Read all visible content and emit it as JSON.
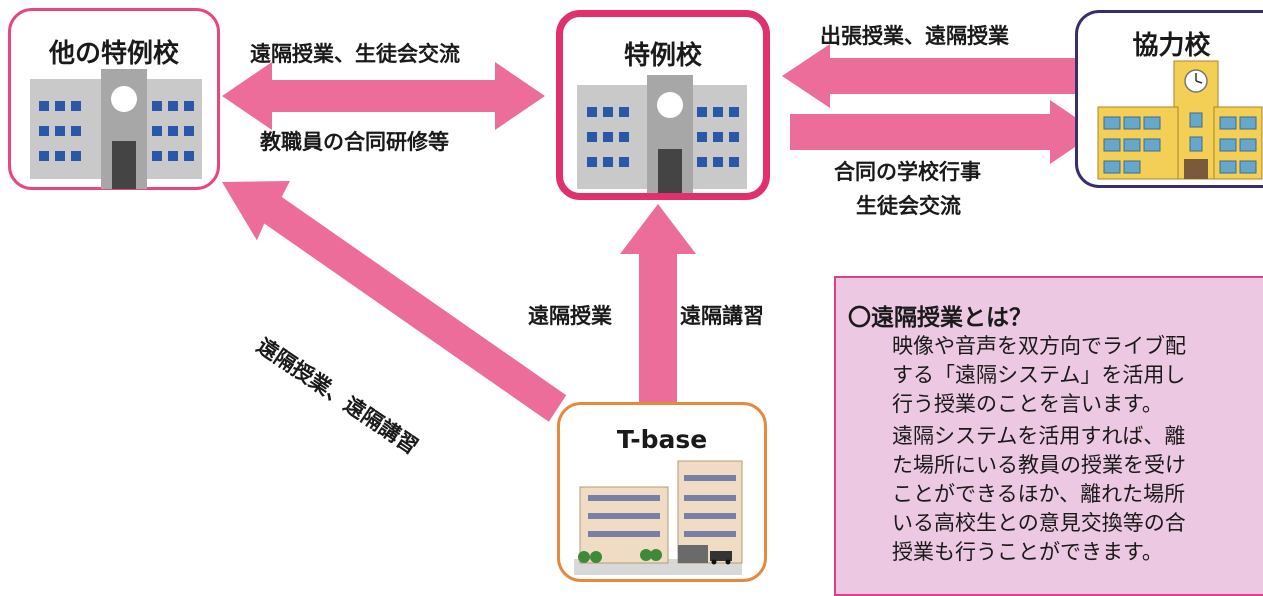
{
  "nodes": {
    "other_school": "他の特例校",
    "tokurei": "特例校",
    "partner": "協力校",
    "tbase": "T-base"
  },
  "edges": {
    "remote_council": "遠隔授業、生徒会交流",
    "staff_training": "教職員の合同研修等",
    "dispatch_remote": "出張授業、遠隔授業",
    "joint_event_1": "合同の学校行事",
    "joint_event_2": "生徒会交流",
    "diag_remote": "遠隔授業、遠隔講習",
    "up_remote_class": "遠隔授業",
    "up_remote_lecture": "遠隔講習"
  },
  "info": {
    "title": "〇遠隔授業とは？",
    "lines": [
      "映像や音声を双方向でライブ配",
      "する「遠隔システム」を活用し",
      "行う授業のことを言います。",
      "遠隔システムを活用すれば、離",
      "た場所にいる教員の授業を受け",
      "ことができるほか、離れた場所",
      "いる高校生との意見交換等の合",
      "授業も行うことができます。"
    ]
  },
  "colors": {
    "arrow": "#ec6d99",
    "tokurei_border": "#e0306e",
    "other_border": "#e8467c",
    "partner_border": "#3a2d6b",
    "tbase_border": "#e38a3c",
    "info_bg": "#ecc8e2",
    "info_border": "#d9418a"
  }
}
